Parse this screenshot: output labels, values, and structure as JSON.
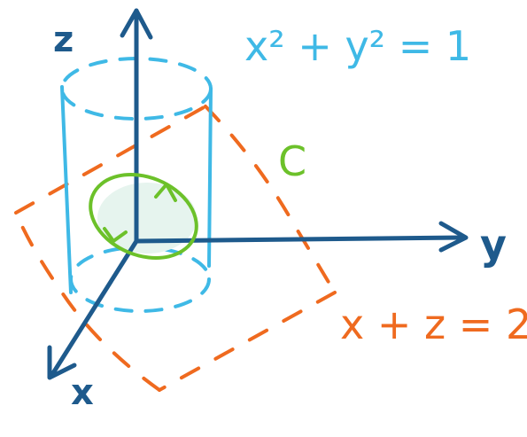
{
  "labels": {
    "axis_z": "z",
    "axis_y": "y",
    "axis_x": "x",
    "cylinder_equation": "x² + y² = 1",
    "plane_equation": "x + z = 2",
    "curve_label": "C"
  },
  "colors": {
    "axes": "#1e5a8c",
    "cylinder": "#3fb9e6",
    "plane": "#ef6a1f",
    "curve": "#6cc12a",
    "disk_fill": "#e6f4ee"
  }
}
